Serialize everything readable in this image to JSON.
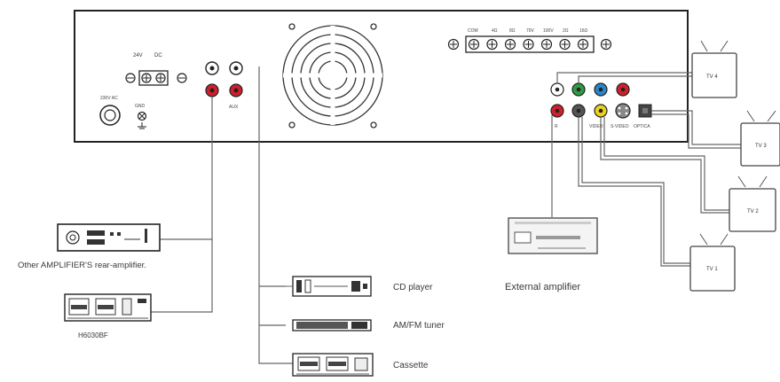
{
  "panel": {
    "dc_top_labels": [
      "24V",
      "DC"
    ],
    "ac_label": "230V AC",
    "gnd_label": "GND",
    "aux_label": "AUX",
    "terminal_labels": [
      "COM",
      "4Ω",
      "8Ω",
      "70V",
      "100V",
      "2Ω",
      "16Ω"
    ],
    "video_labels": [
      "R",
      "VIDEO",
      "S-VIDEO",
      "OPTICA"
    ]
  },
  "tvs": [
    "TV 4",
    "TV 3",
    "TV 2",
    "TV 1"
  ],
  "devices": {
    "other_amp": "Other AMPLIFIER'S rear-amplifier.",
    "h_unit": "H6030BF",
    "external_amp": "External amplifier",
    "cd": "CD player",
    "tuner": "AM/FM tuner",
    "cassette": "Cassette"
  },
  "colors": {
    "red": "#d0202c",
    "green": "#2f9a42",
    "blue": "#2a86c8",
    "yellow": "#ecd21d",
    "line": "#555555"
  }
}
